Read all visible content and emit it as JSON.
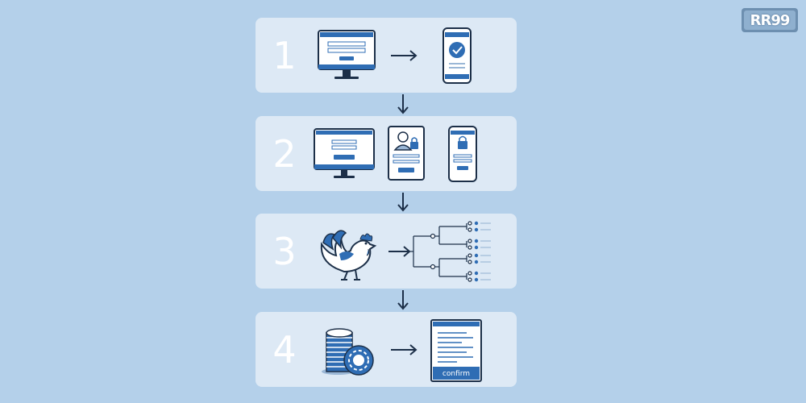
{
  "logo": {
    "text": "RR99"
  },
  "steps": [
    {
      "number": "1"
    },
    {
      "number": "2"
    },
    {
      "number": "3"
    },
    {
      "number": "4",
      "confirm_label": "confirm"
    }
  ],
  "icons": {
    "step1": [
      "desktop-login-icon",
      "arrow-right-icon",
      "phone-verified-icon"
    ],
    "step2": [
      "desktop-form-icon",
      "user-lock-card-icon",
      "phone-lock-icon"
    ],
    "step3": [
      "rooster-icon",
      "arrow-right-icon",
      "bracket-tree-icon"
    ],
    "step4": [
      "chip-stack-icon",
      "arrow-right-icon",
      "confirm-slip-icon"
    ]
  },
  "colors": {
    "background": "#b4d0ea",
    "panel": "#dde9f5",
    "accent": "#2f6db4",
    "ink": "#1c2f48"
  }
}
